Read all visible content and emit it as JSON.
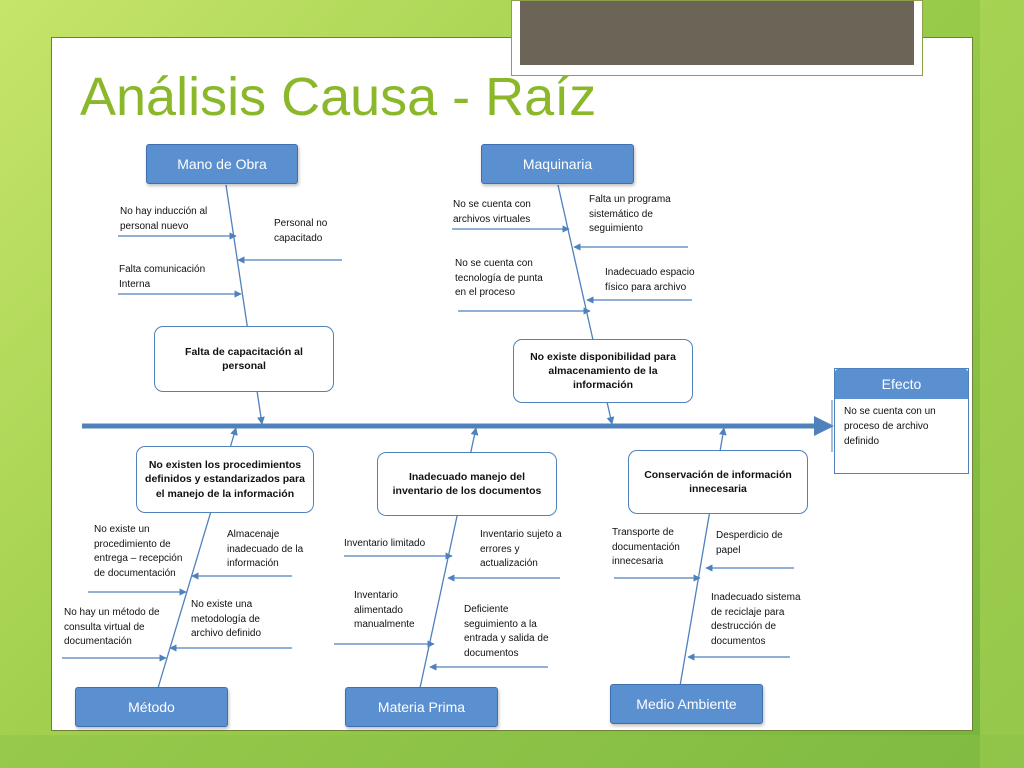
{
  "slide": {
    "title": "Análisis Causa - Raíz"
  },
  "categories": {
    "mano_de_obra": "Mano de Obra",
    "maquinaria": "Maquinaria",
    "metodo": "Método",
    "materia_prima": "Materia Prima",
    "medio_ambiente": "Medio Ambiente"
  },
  "problems": {
    "mano_de_obra": "Falta de capacitación al personal",
    "maquinaria": "No existe disponibilidad para almacenamiento de la información",
    "metodo": "No existen los procedimientos definidos y estandarizados para el manejo de la información",
    "materia_prima": "Inadecuado manejo del inventario de los documentos",
    "medio_ambiente": "Conservación de información innecesaria"
  },
  "causes": {
    "mano_de_obra": [
      "No hay inducción al personal nuevo",
      "Personal no capacitado",
      "Falta comunicación Interna"
    ],
    "maquinaria": [
      "No se cuenta con archivos virtuales",
      "Falta un programa sistemático de seguimiento",
      "No se cuenta con tecnología de punta en el proceso",
      "Inadecuado espacio físico para archivo"
    ],
    "metodo": [
      "No existe un procedimiento de entrega – recepción de documentación",
      "Almacenaje inadecuado de la información",
      "No hay un método de consulta virtual de documentación",
      "No existe una metodología de archivo definido"
    ],
    "materia_prima": [
      "Inventario limitado",
      "Inventario sujeto a errores y actualización",
      "Inventario alimentado manualmente",
      "Deficiente seguimiento a la entrada y salida de documentos"
    ],
    "medio_ambiente": [
      "Transporte de documentación innecesaria",
      "Desperdicio de papel",
      "Inadecuado sistema de reciclaje para destrucción de documentos"
    ]
  },
  "effect": {
    "title": "Efecto",
    "text": "No se cuenta con un proceso de archivo definido"
  },
  "colors": {
    "accent": "#8ab82a",
    "category_fill": "#5a8fd0",
    "line": "#4f81bd"
  }
}
